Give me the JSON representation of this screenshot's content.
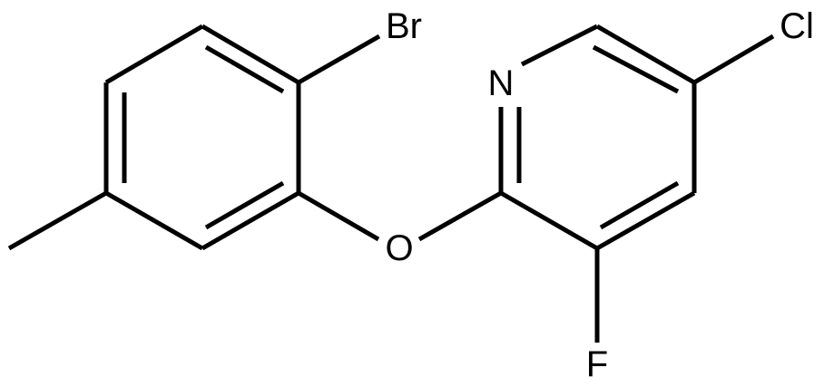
{
  "molecule": {
    "atoms": {
      "br": "Br",
      "n": "N",
      "cl": "Cl",
      "o": "O",
      "f": "F"
    },
    "colors": {
      "bond": "#000000",
      "label": "#000000",
      "background": "#ffffff"
    }
  }
}
